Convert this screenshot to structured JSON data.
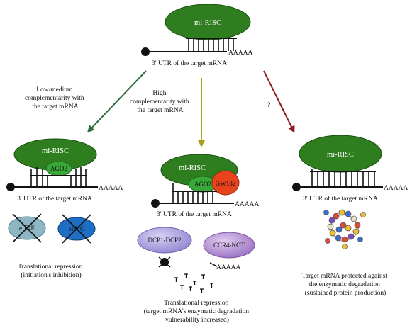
{
  "colors": {
    "risc": "#2e7d1e",
    "ago2": "#3aa838",
    "gw182": "#e8431c",
    "eif4e": "#8fb6c4",
    "eif4g": "#1e6fc4",
    "dcp": "#a99fe0",
    "ccr4": "#b48fd6",
    "arrow_low": "#2e6b3a",
    "arrow_high": "#a8a020",
    "arrow_unknown": "#8a1e1e"
  },
  "top": {
    "risc_label": "mi-RISC",
    "polya": "AAAAA",
    "utr_label": "3' UTR of the target mRNA"
  },
  "arrows": {
    "low_label": [
      "Low/medium",
      "complementarity with",
      "the target mRNA"
    ],
    "high_label": [
      "High",
      "complementarity with",
      "the target mRNA"
    ],
    "unknown_label": "?"
  },
  "left": {
    "risc_label": "mi-RISC",
    "ago_label": "AGO2",
    "polya": "AAAAA",
    "utr_label": "3' UTR of the target mRNA",
    "eif4e": "eIF4E",
    "eif4g": "eIF4G",
    "caption": [
      "Translational repression",
      "(initiation's inhibition)"
    ]
  },
  "middle": {
    "risc_label": "mi-RISC",
    "ago_label": "AGO2",
    "gw_label": "GW182",
    "polya": "AAAAA",
    "utr_label": "3' UTR of the target mRNA",
    "dcp_label": "DCP1-DCP2",
    "ccr4_label": "CCR4-NOT",
    "fragment_polya": "AAAAA",
    "caption": [
      "Translational repression",
      "(target mRNA's enzymatic degradation",
      "vulnerability increased)"
    ]
  },
  "right": {
    "risc_label": "mi-RISC",
    "polya": "AAAAA",
    "utr_label": "3' UTR of the target mRNA",
    "caption": [
      "Target mRNA protected against",
      "the enzymatic degradation",
      "(sustained protein production)"
    ]
  }
}
